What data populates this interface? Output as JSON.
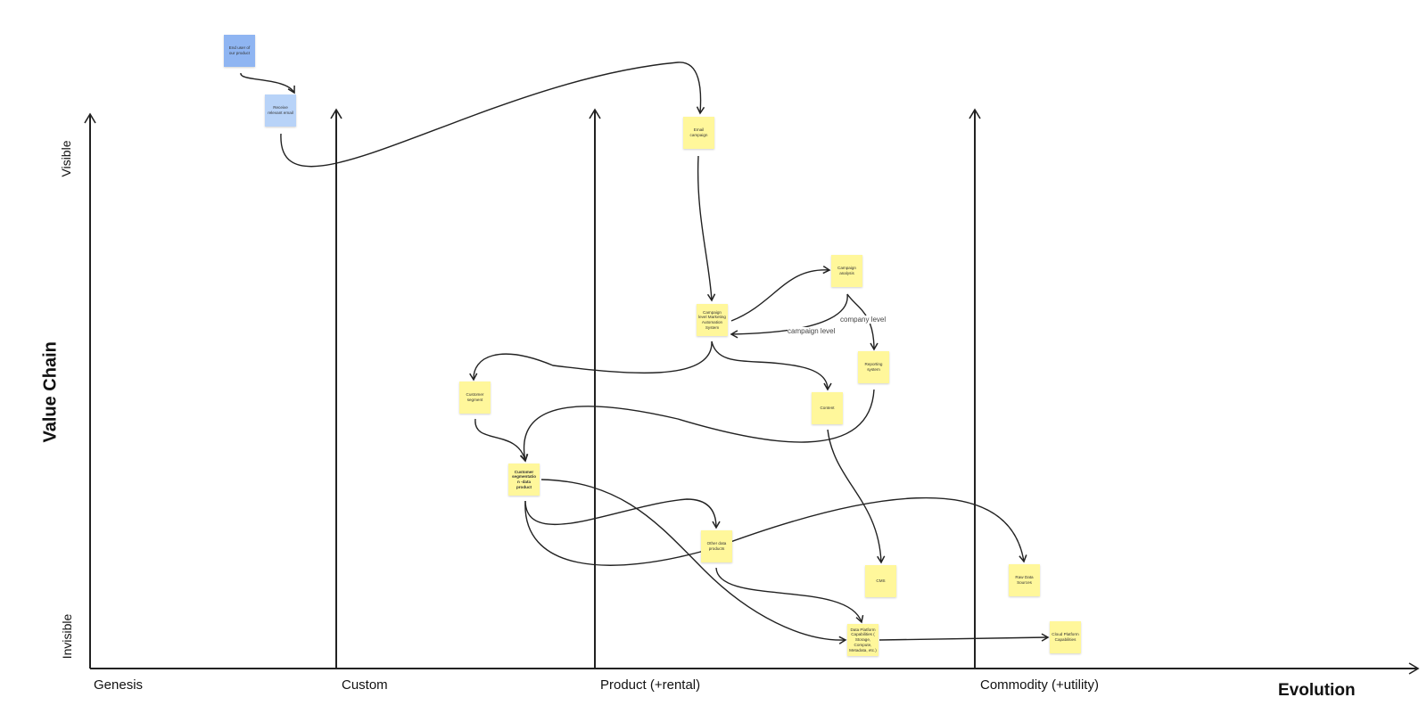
{
  "axes": {
    "y_title": "Value Chain",
    "y_top": "Visible",
    "y_bottom": "Invisible",
    "x_title": "Evolution",
    "stages": [
      "Genesis",
      "Custom",
      "Product (+rental)",
      "Commodity (+utility)"
    ]
  },
  "nodes": {
    "end_user": "End user of our product",
    "receive_email": "Receive relevant email",
    "email_campaign": "Email campaign",
    "campaign_analysis": "Campaign analysis",
    "marketing_automation": "Campaign level Marketing Automation System",
    "reporting_system": "Reporting system",
    "customer_segment": "Customer segment",
    "content": "Content",
    "segmentation_product": "Customer segmentatio n -data product",
    "other_data_products": "Other data products",
    "cms": "CMS",
    "raw_data_sources": "Raw Data Sources",
    "data_platform": "Data Platform Capabilities ( Storage, Compute, Metadata, etc.)",
    "cloud_platform": "Cloud Platform Capabilities"
  },
  "edge_labels": {
    "campaign_level": "campaign level",
    "company_level": "company level"
  },
  "colors": {
    "sticky_yellow": "#fff79b",
    "sticky_blue": "#8fb5f2",
    "sticky_light_blue": "#b8d3f8",
    "line": "#222222"
  }
}
